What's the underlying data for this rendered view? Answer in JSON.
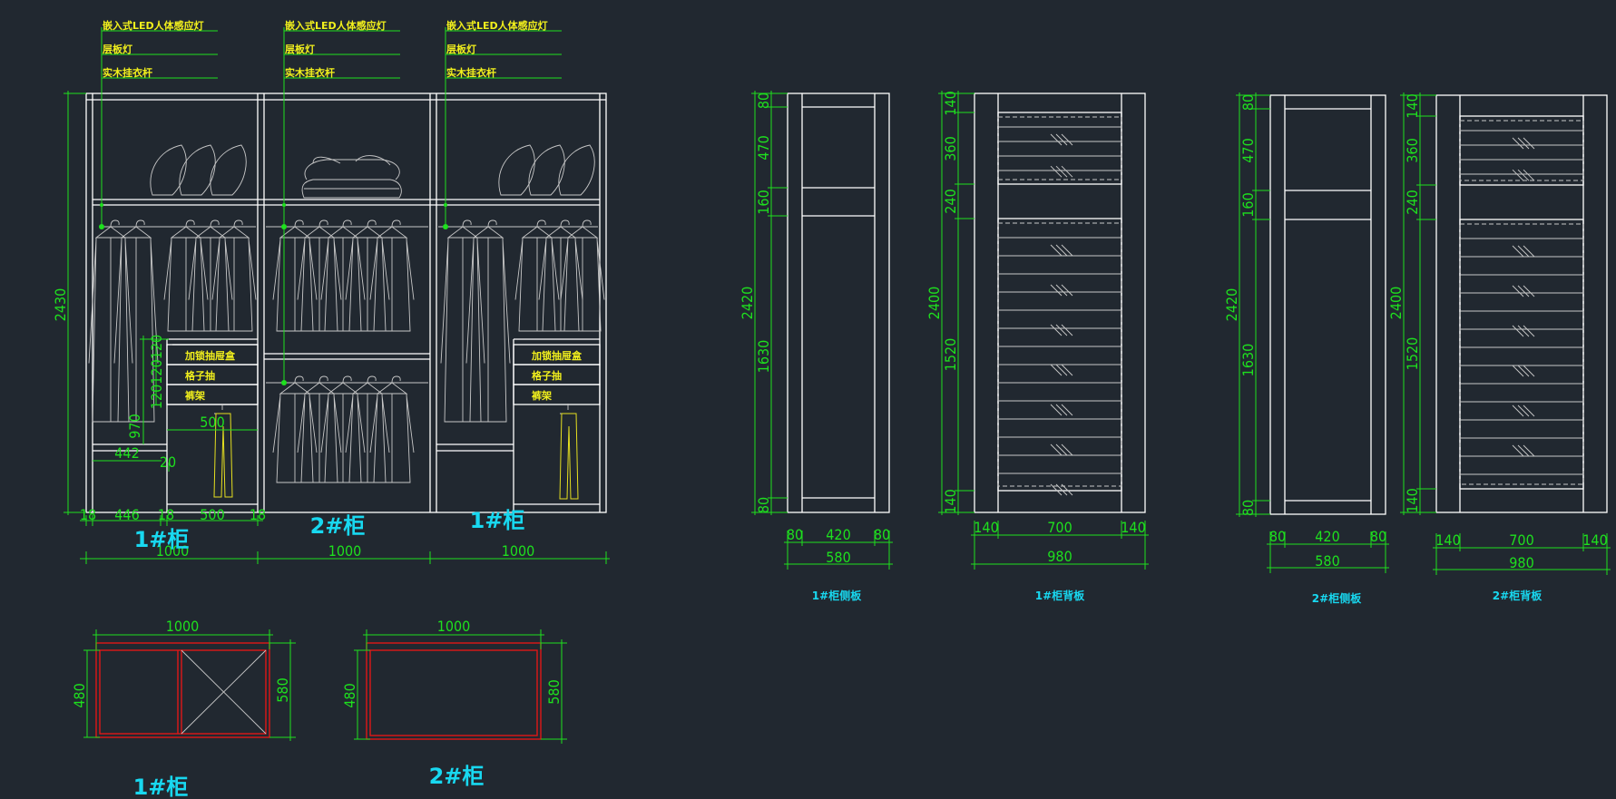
{
  "callouts": {
    "led": "嵌入式LED人体感应灯",
    "lamp": "层板灯",
    "rod": "实木挂衣杆"
  },
  "drawer_labels": {
    "lock_box": "加锁抽屉盒",
    "grid_drawer": "格子抽",
    "pants_rack": "裤架"
  },
  "titles": {
    "cab1": "1#柜",
    "cab2": "2#柜",
    "cab1_side": "1#柜侧板",
    "cab1_door": "1#柜背板",
    "cab2_side": "2#柜侧板",
    "cab2_door": "2#柜背板"
  },
  "dims": {
    "front_height": "2430",
    "front_widths": [
      "1000",
      "1000",
      "1000"
    ],
    "d120_stack": "120120120",
    "d970": "970",
    "d442": "442",
    "d500": "500",
    "d20": "20",
    "bottom_row": [
      "18",
      "446",
      "18",
      "500",
      "18"
    ],
    "side_heights": [
      "80",
      "470",
      "160",
      "1630",
      "80"
    ],
    "side_total": "2420",
    "side_widths": [
      "80",
      "420",
      "80"
    ],
    "side_width_total": "580",
    "door_heights": [
      "140",
      "360",
      "240",
      "1520",
      "140"
    ],
    "door_total": "2400",
    "door_widths": [
      "140",
      "700",
      "140"
    ],
    "door_width_total": "980",
    "plan_width": "1000",
    "plan_depth_in": "480",
    "plan_depth_out": "580"
  },
  "colors": {
    "background": "#212830",
    "dimension": "#1ee01e",
    "annotation": "#f2f01c",
    "title": "#18d8f0",
    "plan_outline": "#e01818"
  }
}
